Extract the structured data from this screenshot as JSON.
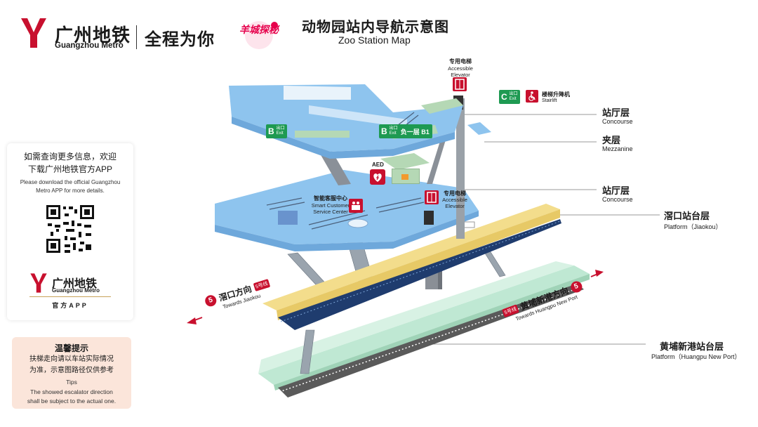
{
  "header": {
    "brand_cn": "广州地铁",
    "brand_en": "Guangzhou Metro",
    "slogan": "全程为你",
    "badge": "羊城探秘",
    "title_cn": "动物园站内导航示意图",
    "title_en": "Zoo Station Map"
  },
  "app_panel": {
    "text_cn_1": "如需查询更多信息，欢迎",
    "text_cn_2": "下载广州地铁官方APP",
    "text_en_1": "Please download the official Guangzhou",
    "text_en_2": "Metro APP for more details.",
    "brand_cn": "广州地铁",
    "brand_en": "Guangzhou Metro",
    "app_label": "官方APP"
  },
  "tips": {
    "title_cn": "温馨提示",
    "text_cn_1": "扶梯走向请以车站实际情况",
    "text_cn_2": "为准，示意图路径仅供参考",
    "title_en": "Tips",
    "text_en_1": "The showed escalator direction",
    "text_en_2": "shall be subject to the actual one."
  },
  "layers": [
    {
      "cn": "站厅层",
      "en": "Concourse"
    },
    {
      "cn": "夹层",
      "en": "Mezzanine"
    },
    {
      "cn": "站厅层",
      "en": "Concourse"
    },
    {
      "cn": "滘口站台层",
      "en": "Platform（Jiaokou）"
    },
    {
      "cn": "黄埔新港站台层",
      "en": "Platform（Huangpu New Port）"
    }
  ],
  "facilities": {
    "elevator_top_cn": "专用电梯",
    "elevator_top_en_1": "Accessible",
    "elevator_top_en_2": "Elevator",
    "elevator_mid_cn": "专用电梯",
    "elevator_mid_en_1": "Accessible",
    "elevator_mid_en_2": "Elevator",
    "stairlift_cn": "楼梯升降机",
    "stairlift_en": "Stairlift",
    "aed": "AED",
    "service_cn": "智能客服中心",
    "service_en_1": "Smart Customer",
    "service_en_2": "Service Center",
    "b1": "负一层 B1"
  },
  "exits": {
    "c": "C",
    "b_left": "B",
    "b_mid": "B",
    "label_cn": "出口",
    "label_en": "Exit"
  },
  "directions": {
    "jiaokou_cn": "滘口方向",
    "jiaokou_en": "Towards Jiaokou",
    "huangpu_cn": "黄埔新港方向",
    "huangpu_en": "Towards Huangpu New Port",
    "line_num": "5",
    "line_label": "号线"
  },
  "colors": {
    "brand_red": "#c8102e",
    "concourse_blue": "#8ec4ee",
    "platform_yellow": "#f3dd8c",
    "platform_green": "#bfe8d3",
    "exit_green": "#1e9a52"
  }
}
